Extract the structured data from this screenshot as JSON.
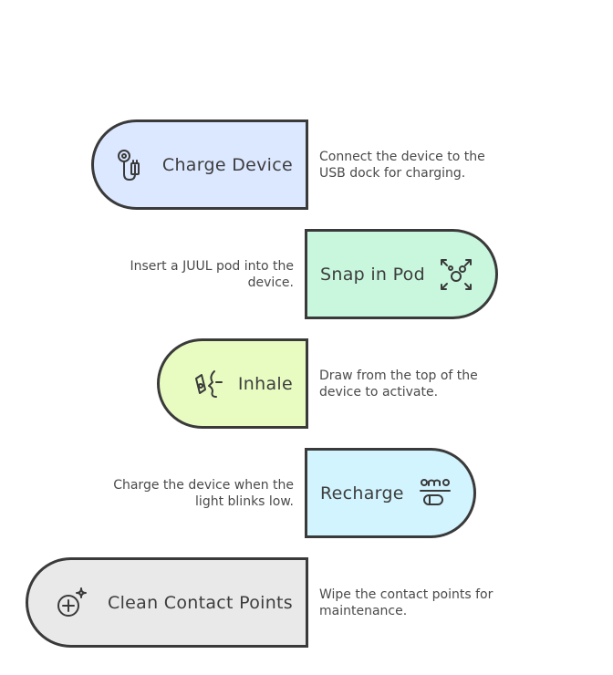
{
  "steps": [
    {
      "label": "Charge Device",
      "description": "Connect the device to the USB dock for charging.",
      "color": "#dce8ff",
      "icon": "usb-cable-icon"
    },
    {
      "label": "Snap in Pod",
      "description": "Insert a JUUL pod into the device.",
      "color": "#c8f7de",
      "icon": "scatter-arrows-icon"
    },
    {
      "label": "Inhale",
      "description": "Draw from the top of the device to activate.",
      "color": "#e8fcc2",
      "icon": "inhale-face-icon"
    },
    {
      "label": "Recharge",
      "description": "Charge the device when the light blinks low.",
      "color": "#d2f4ff",
      "icon": "battery-low-icon"
    },
    {
      "label": "Clean Contact Points",
      "description": "Wipe the contact points for maintenance.",
      "color": "#e9e9e9",
      "icon": "sparkle-plus-icon"
    }
  ]
}
